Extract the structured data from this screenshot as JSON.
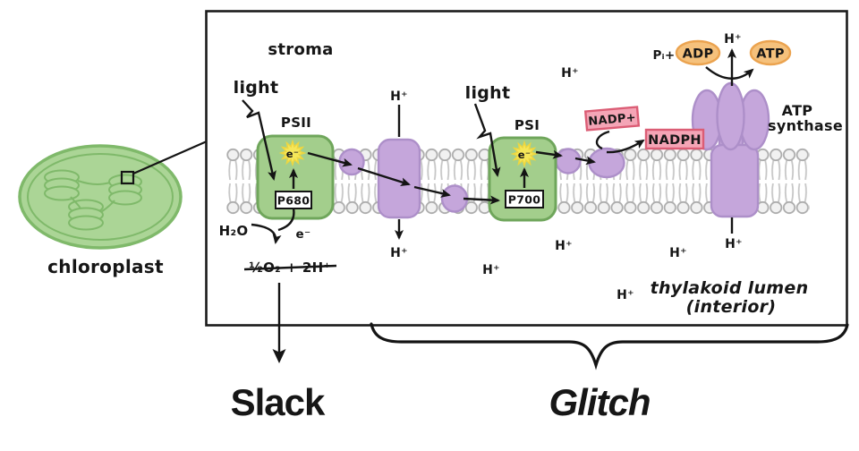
{
  "chloroplast": {
    "label": "chloroplast"
  },
  "membrane_diagram": {
    "region_labels": {
      "stroma": "stroma",
      "lumen_line1": "thylakoid lumen",
      "lumen_line2": "(interior)"
    },
    "photosystem2": {
      "light": "light",
      "name": "PSII",
      "reaction_center": "P680",
      "electron": "e⁻"
    },
    "photosystem1": {
      "light": "light",
      "name": "PSI",
      "reaction_center": "P700",
      "electron": "e⁻"
    },
    "water_splitting": {
      "water": "H₂O",
      "electron": "e⁻",
      "products": "½O₂ + 2H⁺",
      "products_crossed_out": true
    },
    "electron_carriers": {
      "nadp": "NADP+",
      "nadph": "NADPH"
    },
    "atp_synthase": {
      "label_line1": "ATP",
      "label_line2": "synthase",
      "pi": "Pᵢ+",
      "adp": "ADP",
      "atp": "ATP"
    },
    "proton": "H⁺"
  },
  "annotations": {
    "water_products_label": "Slack",
    "lumen_label": "Glitch"
  },
  "colors": {
    "complex_green": "#A3CE8C",
    "complex_green_border": "#6FA65B",
    "chloroplast_green": "#ABD596",
    "chloroplast_border": "#7FB96A",
    "protein_purple": "#C5A6DB",
    "protein_purple_border": "#AD8FC9",
    "pink_fill": "#F4A5B6",
    "pink_border": "#DB5D75",
    "orange_fill": "#F5C17C",
    "orange_border": "#EBA34F",
    "starburst_yellow": "#F5E75A",
    "membrane_head_gray": "#F1F1F1",
    "membrane_border_gray": "#ADADAD",
    "ink": "#141414"
  }
}
